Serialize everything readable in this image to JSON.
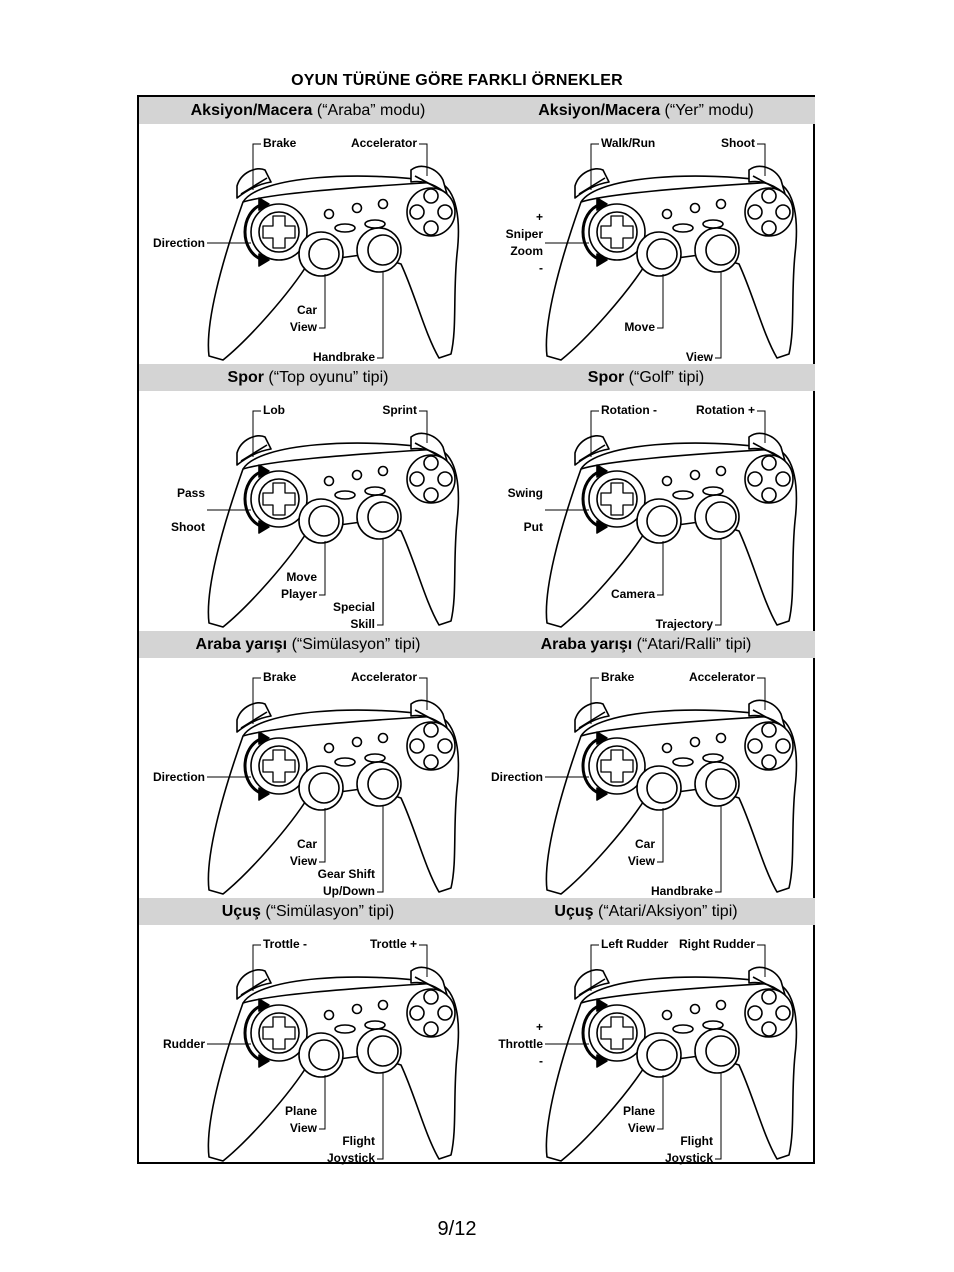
{
  "page_title": "OYUN TÜRÜNE GÖRE FARKLI ÖRNEKLER",
  "page_number": "9/12",
  "sections": [
    {
      "left": {
        "title_bold": "Aksiyon/Macera",
        "title_rest": " (“Araba” modu)",
        "labels": {
          "top_left": "Brake",
          "top_right": "Accelerator",
          "left": "Direction",
          "stick1": "Car\nView",
          "stick2": "Handbrake"
        }
      },
      "right": {
        "title_bold": "Aksiyon/Macera",
        "title_rest": " (“Yer” modu)",
        "labels": {
          "top_left": "Walk/Run",
          "top_right": "Shoot",
          "left": "+\nSniper\nZoom\n-",
          "stick1": "Move",
          "stick2": "View"
        }
      }
    },
    {
      "left": {
        "title_bold": "Spor",
        "title_rest": " (“Top oyunu” tipi)",
        "labels": {
          "top_left": "Lob",
          "top_right": "Sprint",
          "left": "Pass\n\nShoot",
          "stick1": "Move\nPlayer",
          "stick2": "Special\nSkill"
        }
      },
      "right": {
        "title_bold": "Spor",
        "title_rest": " (“Golf” tipi)",
        "labels": {
          "top_left": "Rotation -",
          "top_right": "Rotation +",
          "left": "Swing\n\nPut",
          "stick1": "Camera",
          "stick2": "Trajectory"
        }
      }
    },
    {
      "left": {
        "title_bold": "Araba yarışı",
        "title_rest": " (“Simülasyon” tipi)",
        "labels": {
          "top_left": "Brake",
          "top_right": "Accelerator",
          "left": "Direction",
          "stick1": "Car\nView",
          "stick2": "Gear Shift\nUp/Down"
        }
      },
      "right": {
        "title_bold": "Araba yarışı",
        "title_rest": " (“Atari/Ralli” tipi)",
        "labels": {
          "top_left": "Brake",
          "top_right": "Accelerator",
          "left": "Direction",
          "stick1": "Car\nView",
          "stick2": "Handbrake"
        }
      }
    },
    {
      "left": {
        "title_bold": "Uçuş",
        "title_rest": " (“Simülasyon” tipi)",
        "labels": {
          "top_left": "Trottle -",
          "top_right": "Trottle +",
          "left": "Rudder",
          "stick1": "Plane\nView",
          "stick2": "Flight\nJoystick"
        }
      },
      "right": {
        "title_bold": "Uçuş",
        "title_rest": " (“Atari/Aksiyon” tipi)",
        "labels": {
          "top_left": "Left Rudder",
          "top_right": "Right Rudder",
          "left": "+\nThrottle\n-",
          "stick1": "Plane\nView",
          "stick2": "Flight\nJoystick"
        }
      }
    }
  ]
}
